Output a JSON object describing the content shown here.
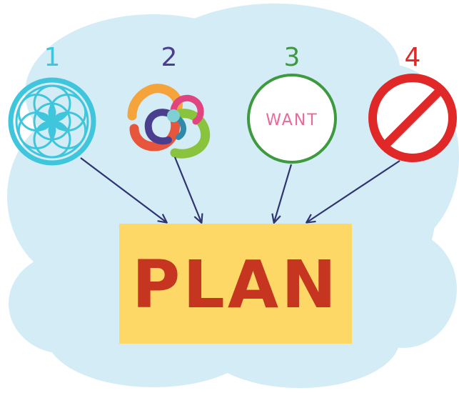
{
  "diagram": {
    "items": [
      {
        "number": "1",
        "icon": "flower-of-life-icon",
        "color": "#3fc6dc"
      },
      {
        "number": "2",
        "icon": "swirl-icon",
        "color": "#4a3f8f"
      },
      {
        "number": "3",
        "icon": "want-circle-icon",
        "color": "#3d9a3f",
        "text": "WANT",
        "text_color": "#e8699a"
      },
      {
        "number": "4",
        "icon": "prohibition-sign-icon",
        "color": "#e02828"
      }
    ],
    "target": {
      "label": "PLAN",
      "fill": "#fdd867",
      "text_color": "#c5351f"
    },
    "cloud_color": "#d3ecf6",
    "arrow_color": "#2f3470"
  }
}
